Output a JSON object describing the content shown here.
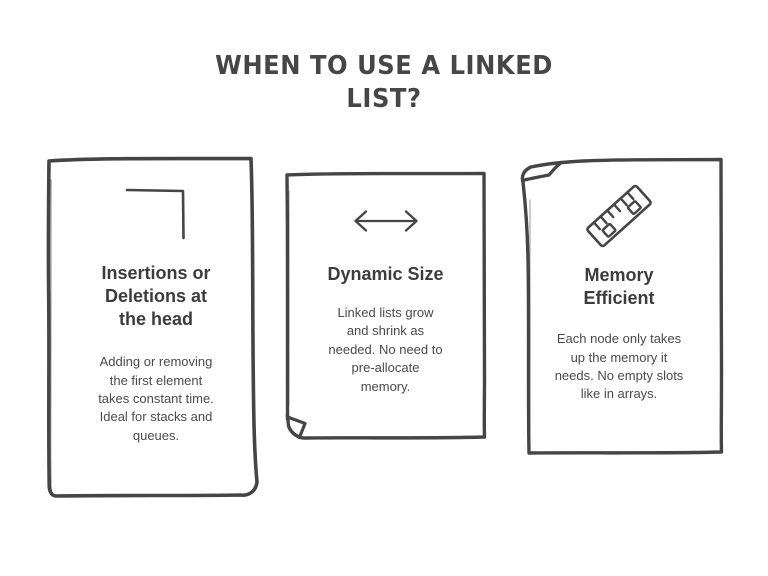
{
  "slide": {
    "background_color": "#ffffff",
    "ink_color": "#454545",
    "heading_color": "#3c3c3c",
    "body_color": "#4a4a4a"
  },
  "title": {
    "text": "WHEN TO USE A LINKED\nLIST?"
  },
  "cards": [
    {
      "id": "insertions-deletions",
      "icon_name": "corner-bracket-icon",
      "heading": "Insertions or\nDeletions at\nthe head",
      "body": "Adding or removing\nthe first element\ntakes constant time.\nIdeal for stacks and\nqueues."
    },
    {
      "id": "dynamic-size",
      "icon_name": "double-headed-arrow-icon",
      "heading": "Dynamic Size",
      "body": "Linked lists grow\nand shrink as\nneeded. No need to\npre-allocate\nmemory."
    },
    {
      "id": "memory-efficient",
      "icon_name": "ruler-icon",
      "heading": "Memory\nEfficient",
      "body": "Each node only takes\nup the memory it\nneeds. No empty slots\nlike in arrays."
    }
  ]
}
